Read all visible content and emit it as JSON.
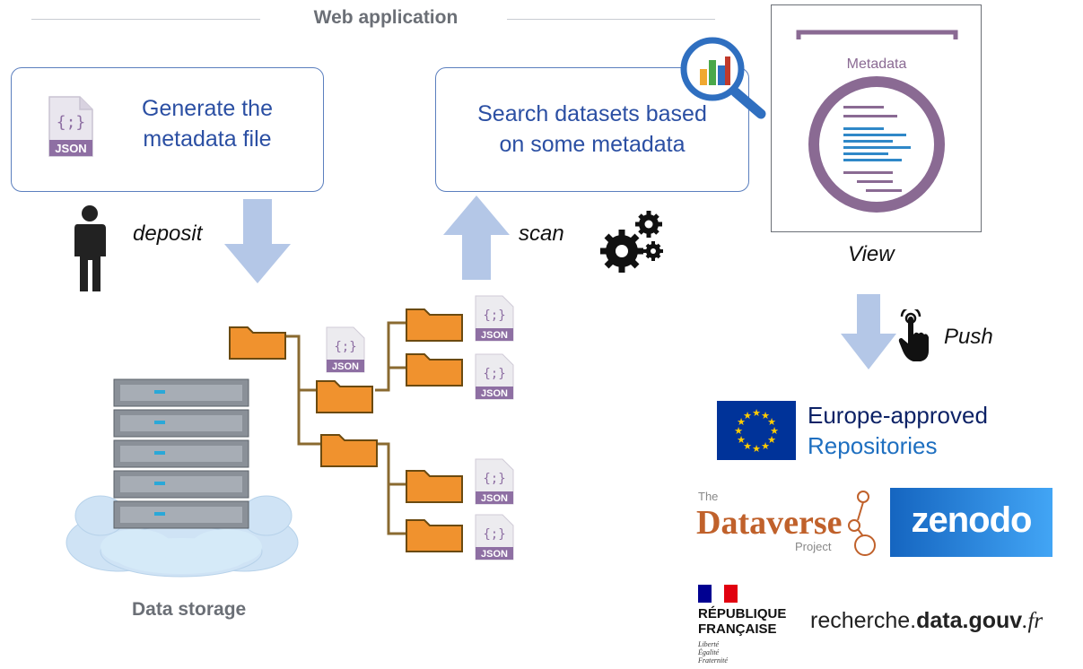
{
  "header": {
    "title": "Web application"
  },
  "generate_box": {
    "line1": "Generate the",
    "line2": "metadata file",
    "icon_label": "JSON",
    "icon_glyph": "{;}"
  },
  "search_box": {
    "line1": "Search datasets based",
    "line2": "on some metadata"
  },
  "deposit_label": "deposit",
  "scan_label": "scan",
  "metadata_card": {
    "title": "Metadata"
  },
  "view_label": "View",
  "push_label": "Push",
  "storage_label": "Data storage",
  "json_label": "JSON",
  "json_glyph": "{;}",
  "eu": {
    "line1": "Europe-approved",
    "line2": "Repositories"
  },
  "dataverse": {
    "the": "The",
    "name": "Dataverse",
    "project": "Project"
  },
  "zenodo": {
    "name": "zenodo"
  },
  "republique": {
    "line1": "RÉPUBLIQUE",
    "line2": "FRANÇAISE",
    "motto1": "Liberté",
    "motto2": "Égalité",
    "motto3": "Fraternité"
  },
  "recherche": {
    "prefix": "recherche.",
    "bold": "data.gouv",
    "suffix": ".fr"
  },
  "colors": {
    "box_border": "#5b7fbe",
    "box_text": "#2b4fa3",
    "arrow": "#b4c7e7",
    "folder": "#f0922e",
    "json_purple": "#8e6fa3",
    "eu_blue": "#003399",
    "eu_yellow": "#ffcc00",
    "zenodo_blue": "#1e88e5",
    "dataverse_orange": "#c0612b"
  }
}
